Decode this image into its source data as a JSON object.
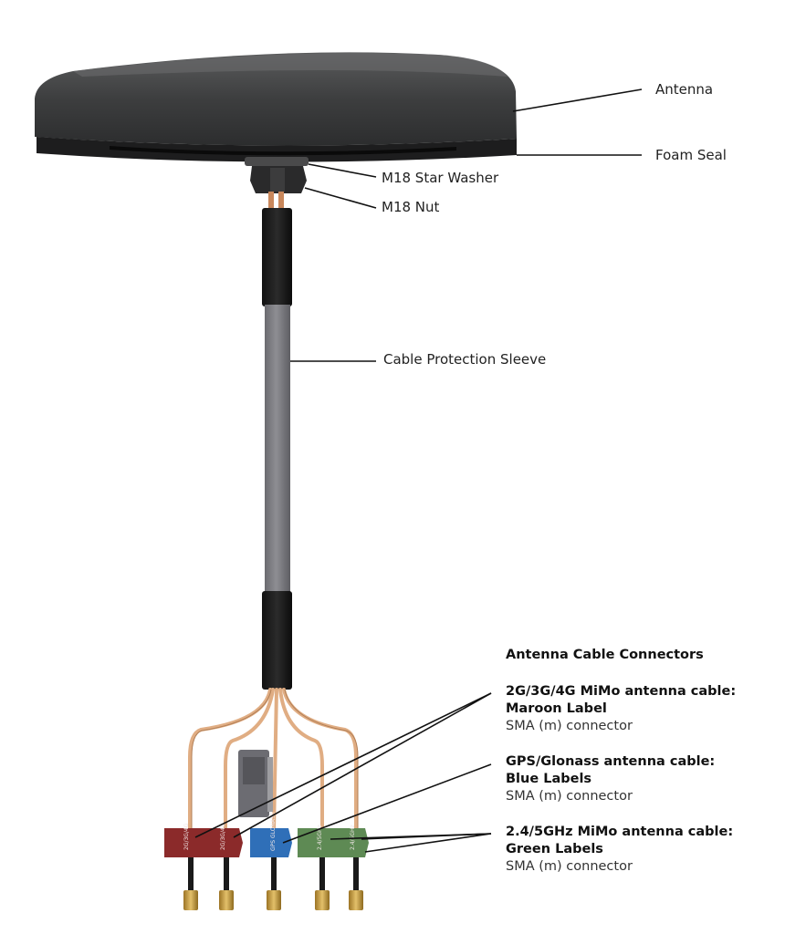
{
  "labels": {
    "antenna": "Antenna",
    "foam_seal": "Foam Seal",
    "star_washer": "M18 Star Washer",
    "nut": "M18 Nut",
    "sleeve": "Cable Protection Sleeve"
  },
  "connectors": {
    "heading": "Antenna Cable Connectors",
    "groups": [
      {
        "title": "2G/3G/4G MiMo antenna cable:",
        "label_color": "Maroon Label",
        "connector": "SMA (m) connector"
      },
      {
        "title": "GPS/Glonass antenna cable:",
        "label_color": "Blue Labels",
        "connector": "SMA (m) connector"
      },
      {
        "title": "2.4/5GHz MiMo antenna cable:",
        "label_color": "Green Labels",
        "connector": "SMA (m) connector"
      }
    ]
  },
  "colors": {
    "antenna_body": "#3f4041",
    "sleeve": "#7d7d82",
    "cable": "#e0ad83",
    "maroon_tag": "#8b2a2a",
    "blue_tag": "#2f6fb8",
    "green_tag": "#5e8a54",
    "connector_gold": "#c99a3e"
  },
  "tags": [
    {
      "color": "maroon",
      "text": "2G/3G/4G"
    },
    {
      "color": "maroon",
      "text": "2G/3G/4G"
    },
    {
      "color": "blue",
      "text": "GPS GLONASS"
    },
    {
      "color": "green",
      "text": "2.4/5GHz"
    },
    {
      "color": "green",
      "text": "2.4/5GHz"
    }
  ]
}
